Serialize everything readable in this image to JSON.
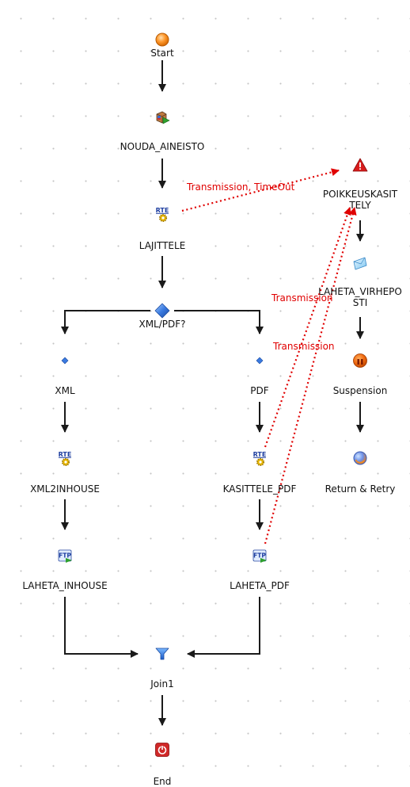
{
  "nodes": {
    "start": {
      "label": "Start",
      "icon": "start-event-icon"
    },
    "nouda": {
      "label": "NOUDA_AINEISTO",
      "icon": "process-cube-icon"
    },
    "lajittele": {
      "label": "LAJITTELE",
      "icon": "rte-gear-icon"
    },
    "xmlpdf": {
      "label": "XML/PDF?",
      "icon": "decision-diamond-icon"
    },
    "xml": {
      "label": "XML",
      "icon": "small-diamond-icon"
    },
    "pdf": {
      "label": "PDF",
      "icon": "small-diamond-icon"
    },
    "xml2inhouse": {
      "label": "XML2INHOUSE",
      "icon": "rte-gear-icon"
    },
    "kasittele_pdf": {
      "label": "KASITTELE_PDF",
      "icon": "rte-gear-icon"
    },
    "laheta_inhouse": {
      "label": "LAHETA_INHOUSE",
      "icon": "ftp-icon"
    },
    "laheta_pdf": {
      "label": "LAHETA_PDF",
      "icon": "ftp-icon"
    },
    "join1": {
      "label": "Join1",
      "icon": "funnel-join-icon"
    },
    "end": {
      "label": "End",
      "icon": "end-power-icon"
    },
    "poikkeus": {
      "label": "POIKKEUSKASITTELY",
      "icon": "warning-triangle-icon"
    },
    "virheposti": {
      "label": "LAHETA_VIRHEPOSTI",
      "icon": "email-envelope-icon"
    },
    "suspension": {
      "label": "Suspension",
      "icon": "suspension-icon"
    },
    "return_retry": {
      "label": "Return & Retry",
      "icon": "return-retry-icon"
    }
  },
  "exception_edges": {
    "timeout": "Transmission, TimeOut",
    "transmission_kasittele": "Transmission",
    "transmission_laheta": "Transmission"
  },
  "colors": {
    "flow_arrow": "#1a1a1a",
    "exception_arrow": "#e00000",
    "grid_dot": "#c4c4c4"
  }
}
